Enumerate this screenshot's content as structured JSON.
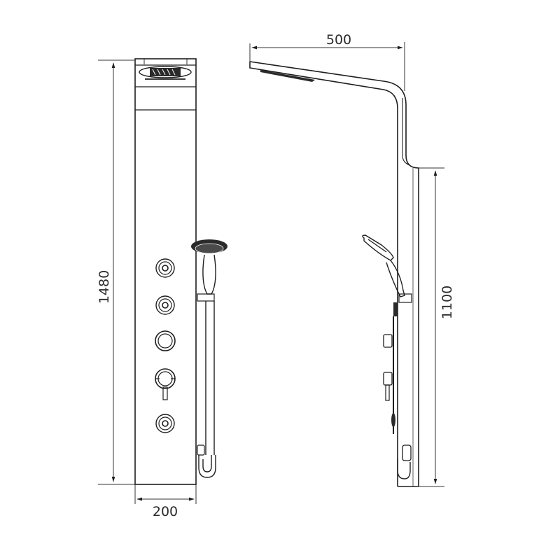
{
  "diagram": {
    "type": "technical-drawing",
    "subject": "shower panel column",
    "views": [
      {
        "name": "front-view",
        "components": [
          "rain-shower-head-top",
          "handheld-shower-head",
          "body-jet-1",
          "body-jet-2",
          "body-jet-3",
          "mixer-valve-handle",
          "body-jet-4",
          "slide-bar",
          "hose",
          "hose-connector"
        ]
      },
      {
        "name": "side-view",
        "components": [
          "overhead-shower-arm",
          "handheld-shower-head",
          "slide-bar-holder",
          "body-jets",
          "mixer-valve-handle",
          "hose-connector"
        ]
      }
    ],
    "dimensions": {
      "front_height": "1480",
      "front_width": "200",
      "side_arm_reach": "500",
      "side_panel_height": "1100"
    },
    "units": "mm",
    "line_color": "#1e1e1e",
    "background": "#ffffff"
  }
}
